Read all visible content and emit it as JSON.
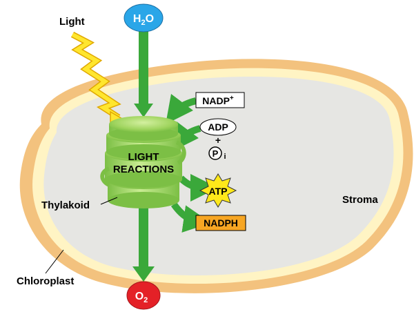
{
  "labels": {
    "light": "Light",
    "thylakoid": "Thylakoid",
    "chloroplast": "Chloroplast",
    "stroma": "Stroma",
    "light_reactions_line1": "LIGHT",
    "light_reactions_line2": "REACTIONS"
  },
  "molecules": {
    "water_main": "H",
    "water_sub": "2",
    "water_tail": "O",
    "oxygen_main": "O",
    "oxygen_sub": "2",
    "nadp_main": "NADP",
    "nadp_sup": "+",
    "adp": "ADP",
    "plus": "+",
    "phosphate": "P",
    "phosphate_sub": "i",
    "atp": "ATP",
    "nadph": "NADPH"
  },
  "colors": {
    "arrow_green": "#3aa83a",
    "membrane_outer": "#f3c27e",
    "membrane_inner": "#fff4c4",
    "stroma": "#e6e6e3",
    "water_blue": "#2aa6e8",
    "oxygen_red": "#e42127",
    "atp_yellow": "#ffe81a",
    "nadph_orange": "#f7a623",
    "light_yellow": "#ffe62e",
    "thylakoid_green": "#a6d86a"
  }
}
